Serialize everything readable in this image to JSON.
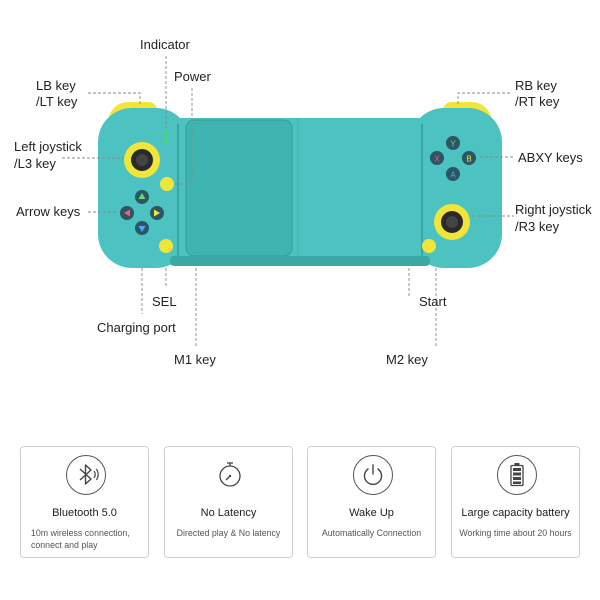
{
  "labels": {
    "indicator": "Indicator",
    "power": "Power",
    "lb_line1": "LB key",
    "lb_line2": "/LT key",
    "left_joystick_line1": "Left joystick",
    "left_joystick_line2": "/L3 key",
    "arrow_keys": "Arrow keys",
    "sel": "SEL",
    "charging_port": "Charging port",
    "m1": "M1 key",
    "rb_line1": "RB key",
    "rb_line2": "/RT key",
    "abxy": "ABXY keys",
    "right_joystick_line1": "Right joystick",
    "right_joystick_line2": "/R3 key",
    "start": "Start",
    "m2": "M2 key"
  },
  "buttons": {
    "y": "Y",
    "x": "X",
    "b": "B",
    "a": "A"
  },
  "features": [
    {
      "icon": "bluetooth-icon",
      "title": "Bluetooth 5.0",
      "desc_line1": "10m wireless connection,",
      "desc_line2": "connect and play"
    },
    {
      "icon": "clock-icon",
      "title": "No Latency",
      "desc_line1": "Directed play & No latency",
      "desc_line2": ""
    },
    {
      "icon": "power-icon",
      "title": "Wake Up",
      "desc_line1": "Automatically Connection",
      "desc_line2": ""
    },
    {
      "icon": "battery-icon",
      "title": "Large capacity battery",
      "desc_line1": "Working time about 20 hours",
      "desc_line2": ""
    }
  ],
  "colors": {
    "controller_body": "#4cc3c0",
    "controller_dark": "#2f9e9c",
    "accent_yellow": "#f2e53a",
    "card_border": "#cfcfcf"
  }
}
